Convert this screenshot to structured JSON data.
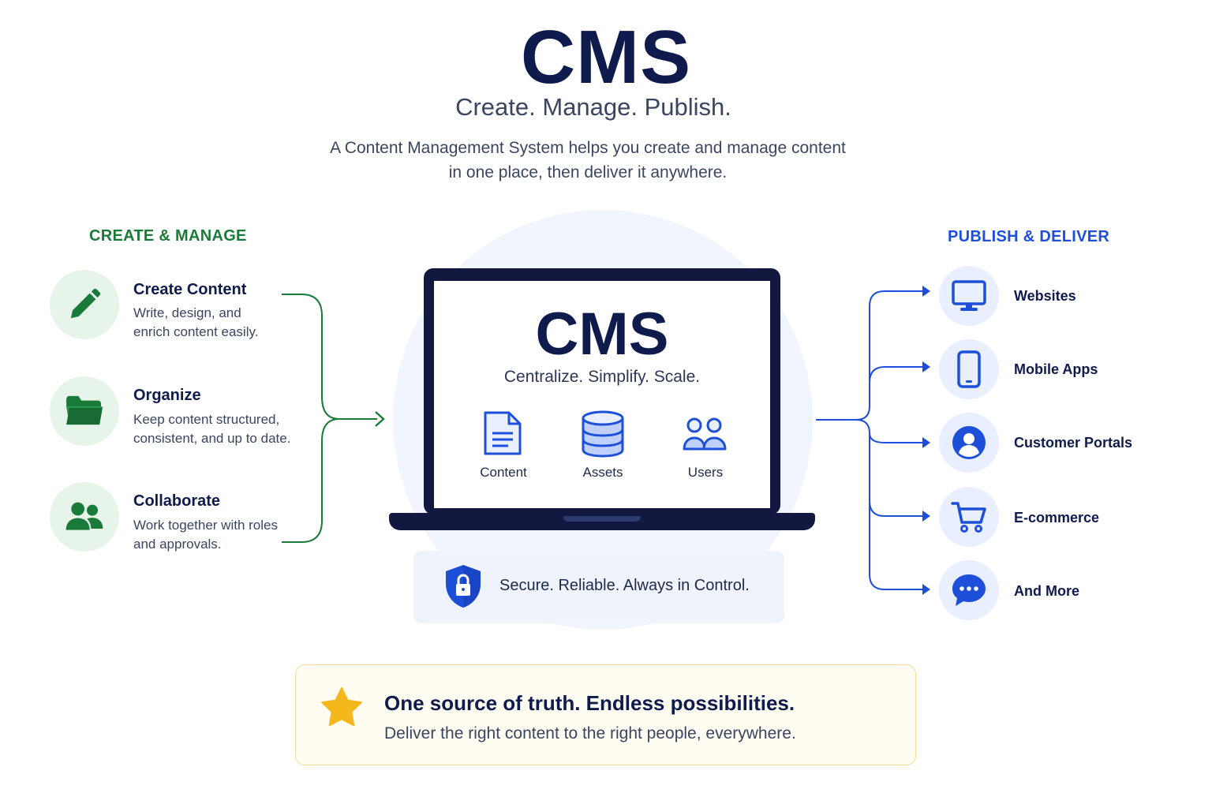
{
  "header": {
    "title": "CMS",
    "subtitle": "Create. Manage. Publish.",
    "description_lines": [
      "A Content Management System helps you create and manage content",
      "in one place, then deliver it anywhere."
    ]
  },
  "left": {
    "heading": "CREATE & MANAGE",
    "items": [
      {
        "title": "Create Content",
        "desc_lines": [
          "Write, design, and",
          "enrich content easily."
        ],
        "icon": "pencil-icon"
      },
      {
        "title": "Organize",
        "desc_lines": [
          "Keep content structured,",
          "consistent, and up to date."
        ],
        "icon": "folder-icon"
      },
      {
        "title": "Collaborate",
        "desc_lines": [
          "Work together with roles",
          "and approvals."
        ],
        "icon": "users-icon"
      }
    ]
  },
  "center": {
    "screen_title": "CMS",
    "screen_subtitle": "Centralize. Simplify. Scale.",
    "modules": [
      {
        "label": "Content",
        "icon": "document-icon"
      },
      {
        "label": "Assets",
        "icon": "database-icon"
      },
      {
        "label": "Users",
        "icon": "users-icon"
      }
    ],
    "secure_text": "Secure. Reliable. Always in Control."
  },
  "right": {
    "heading": "PUBLISH & DELIVER",
    "items": [
      {
        "label": "Websites",
        "icon": "monitor-icon"
      },
      {
        "label": "Mobile Apps",
        "icon": "smartphone-icon"
      },
      {
        "label": "Customer Portals",
        "icon": "user-circle-icon"
      },
      {
        "label": "E-commerce",
        "icon": "shopping-cart-icon"
      },
      {
        "label": "And More",
        "icon": "chat-bubble-icon"
      }
    ]
  },
  "footer": {
    "title": "One source of truth. Endless possibilities.",
    "subtitle": "Deliver the right content to the right people, everywhere.",
    "icon": "star-icon"
  },
  "colors": {
    "navy": "#0f1b4c",
    "green": "#1a7a3a",
    "blue": "#1e4fd8",
    "star": "#f5b81c"
  }
}
